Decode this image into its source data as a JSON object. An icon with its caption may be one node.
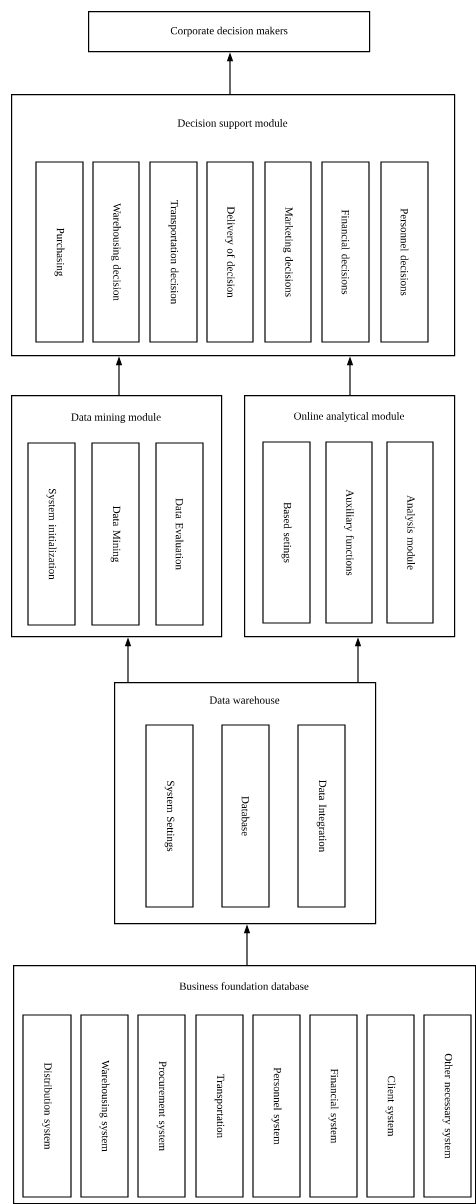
{
  "diagram": {
    "nodes": [
      {
        "text": [
          "Corporate decision makers"
        ]
      },
      {
        "text": [
          "Decision support module"
        ]
      },
      {
        "text": [
          "Purchasing"
        ],
        "in": 1
      },
      {
        "text": [
          "Warehousing decision"
        ],
        "in": 1
      },
      {
        "text": [
          "Transportation decision"
        ],
        "in": 1
      },
      {
        "text": [
          "Delivery of decision"
        ],
        "in": 1
      },
      {
        "text": [
          "Marketing decisions"
        ],
        "in": 1
      },
      {
        "text": [
          "Financial decisions"
        ],
        "in": 1
      },
      {
        "text": [
          "Personnel decisions"
        ],
        "in": 1
      },
      {
        "text": [
          "Data mining module"
        ]
      },
      {
        "text": [
          "System initialization"
        ],
        "in": 9
      },
      {
        "text": [
          "Data Mining"
        ],
        "in": 9
      },
      {
        "text": [
          "Data Evaluation"
        ],
        "in": 9
      },
      {
        "text": [
          "Online analytical module"
        ]
      },
      {
        "text": [
          "Based setings"
        ],
        "in": 13
      },
      {
        "text": [
          "Auxiliary functions"
        ],
        "in": 13
      },
      {
        "text": [
          "Analysis module"
        ],
        "in": 13
      },
      {
        "text": [
          "Data warehouse"
        ]
      },
      {
        "text": [
          "System Settings"
        ],
        "in": 17
      },
      {
        "text": [
          "Database"
        ],
        "in": 17
      },
      {
        "text": [
          "Data Integration"
        ],
        "in": 17
      },
      {
        "text": [
          "Business foundation database"
        ]
      },
      {
        "text": [
          "Distribution system"
        ],
        "in": 21
      },
      {
        "text": [
          "Warehousing system"
        ],
        "in": 21
      },
      {
        "text": [
          "Procurement system"
        ],
        "in": 21
      },
      {
        "text": [
          "Transportation"
        ],
        "in": 21
      },
      {
        "text": [
          "Personnel system"
        ],
        "in": 21
      },
      {
        "text": [
          "Financial system"
        ],
        "in": 21
      },
      {
        "text": [
          "Client system"
        ],
        "in": 21
      },
      {
        "text": [
          "Other necessary system"
        ],
        "in": 21
      }
    ],
    "edges": [
      {
        "from": 1,
        "to": 0,
        "arrow": "to"
      },
      {
        "from": 9,
        "to": 1,
        "arrow": "to"
      },
      {
        "from": 13,
        "to": 1,
        "arrow": "to"
      },
      {
        "from": 17,
        "to": 9,
        "arrow": "to"
      },
      {
        "from": 17,
        "to": 13,
        "arrow": "to"
      },
      {
        "from": 21,
        "to": 17,
        "arrow": "to"
      }
    ]
  }
}
